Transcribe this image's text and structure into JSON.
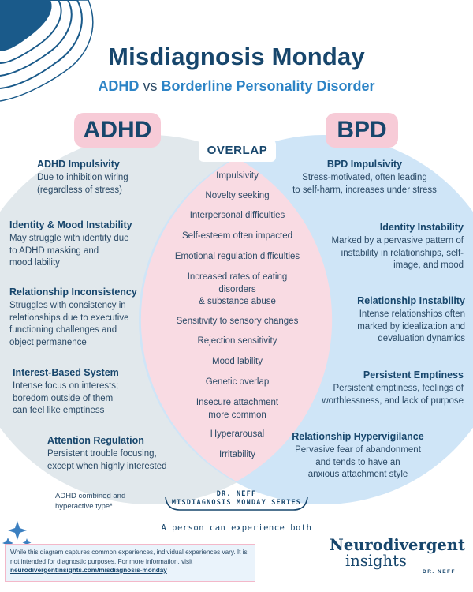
{
  "title": "Misdiagnosis Monday",
  "subtitle": {
    "left": "ADHD",
    "vs": "vs",
    "right": "Borderline Personality Disorder"
  },
  "labels": {
    "left": "ADHD",
    "right": "BPD",
    "overlap": "OVERLAP"
  },
  "colors": {
    "navy": "#17466c",
    "blue_accent": "#2d84c6",
    "left_circle": "#e1e8ec",
    "right_circle": "#cfe5f7",
    "overlap": "#f9dbe3",
    "label_pink": "#f7cbd7"
  },
  "adhd_items": [
    {
      "title": "ADHD Impulsivity",
      "body": [
        "Due to inhibition wiring",
        "(regardless of stress)"
      ]
    },
    {
      "title": "Identity & Mood Instability",
      "body": [
        "May struggle with identity due",
        "to ADHD masking and",
        "mood lability"
      ]
    },
    {
      "title": "Relationship Inconsistency",
      "body": [
        "Struggles with consistency in",
        "relationships due to executive",
        "functioning challenges and",
        "object permanence"
      ]
    },
    {
      "title": "Interest-Based System",
      "body": [
        "Intense focus on interests;",
        "boredom outside of them",
        "can feel like emptiness"
      ]
    },
    {
      "title": "Attention Regulation",
      "body": [
        "Persistent trouble focusing,",
        "except when highly interested"
      ]
    }
  ],
  "bpd_items": [
    {
      "title": "BPD Impulsivity",
      "body": [
        "Stress-motivated, often leading",
        "to self-harm, increases under stress"
      ]
    },
    {
      "title": "Identity Instability",
      "body": [
        "Marked by a pervasive pattern of",
        "instability in relationships, self-",
        "image, and mood"
      ]
    },
    {
      "title": "Relationship Instability",
      "body": [
        "Intense relationships often",
        "marked by idealization and",
        "devaluation dynamics"
      ]
    },
    {
      "title": "Persistent Emptiness",
      "body": [
        "Persistent emptiness, feelings of",
        "worthlessness, and lack of purpose"
      ]
    },
    {
      "title": "Relationship Hypervigilance",
      "body": [
        "Pervasive fear of abandonment",
        "and tends to have an",
        "anxious attachment style"
      ]
    }
  ],
  "overlap_items": [
    [
      "Impulsivity"
    ],
    [
      "Novelty seeking"
    ],
    [
      "Interpersonal difficulties"
    ],
    [
      "Self-esteem often impacted"
    ],
    [
      "Emotional regulation difficulties"
    ],
    [
      "Increased rates of eating",
      "disorders",
      "& substance abuse"
    ],
    [
      "Sensitivity to sensory changes"
    ],
    [
      "Rejection sensitivity"
    ],
    [
      "Mood lability"
    ],
    [
      "Genetic overlap"
    ],
    [
      "Insecure attachment",
      "more common"
    ],
    [
      "Hyperarousal"
    ],
    [
      "Irritability"
    ]
  ],
  "footnote": [
    "ADHD combined and",
    "hyperactive type*"
  ],
  "series": {
    "author": "DR. NEFF",
    "name": "MISDIAGNOSIS MONDAY SERIES",
    "tagline": "A person can experience both"
  },
  "disclaimer": {
    "text": "While this diagram captures common experiences, individual experiences vary. It is not intended for diagnostic purposes. For more information, visit",
    "link": "neurodivergentinsights.com/misdiagnosis-monday"
  },
  "logo": {
    "line1": "Neurodivergent",
    "line2": "insights",
    "tag": "DR. NEFF"
  }
}
